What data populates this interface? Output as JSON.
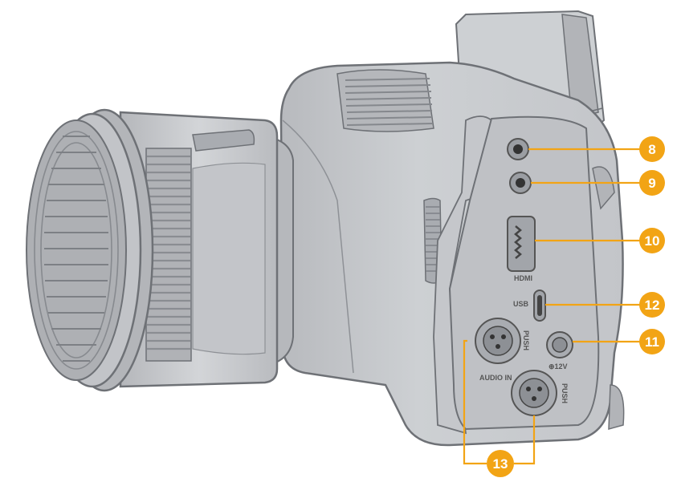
{
  "colors": {
    "body": "#c9cbcf",
    "body_dark": "#a9acb1",
    "outline": "#6e7176",
    "panel": "#bfc1c5",
    "accent": "#f2a415",
    "label_text": "#ffffff"
  },
  "port_labels": {
    "hdmi": "HDMI",
    "usb": "USB",
    "audio_in": "AUDIO IN",
    "power": "⊕12V",
    "push_a": "PUSH",
    "push_b": "PUSH"
  },
  "callouts": [
    {
      "id": "mic",
      "number": "8"
    },
    {
      "id": "headphones",
      "number": "9"
    },
    {
      "id": "hdmi",
      "number": "10"
    },
    {
      "id": "usb",
      "number": "12"
    },
    {
      "id": "power",
      "number": "11"
    },
    {
      "id": "xlr",
      "number": "13"
    }
  ]
}
